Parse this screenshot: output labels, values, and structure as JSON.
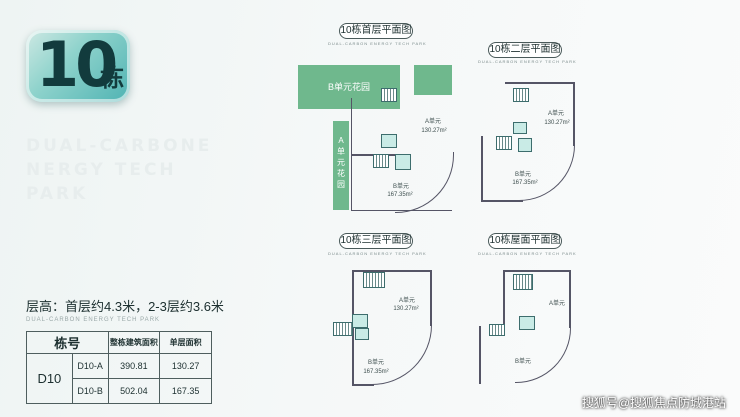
{
  "badge": {
    "number": "10",
    "char": "栋"
  },
  "english_lines": [
    "DUAL-CARBONE",
    "NERGY TECH",
    "PARK"
  ],
  "floor_height": {
    "text": "层高：首层约4.3米，2-3层约3.6米",
    "subtitle": "DUAL-CARBON ENERGY TECH PARK"
  },
  "table": {
    "headers": [
      "栋号",
      "整栋建筑面积",
      "单层面积"
    ],
    "building": "D10",
    "rows": [
      {
        "unit": "D10-A",
        "total": "390.81",
        "single": "130.27"
      },
      {
        "unit": "D10-B",
        "total": "502.04",
        "single": "167.35"
      }
    ]
  },
  "plans": {
    "subtitle": "DUAL-CARBON ENERGY TECH PARK",
    "p1": {
      "title": "10栋首层平面图",
      "garden_b": "B单元花园",
      "garden_a": [
        "A",
        "单",
        "元",
        "花",
        "园"
      ],
      "a_label": "A单元",
      "a_area": "130.27m²",
      "b_label": "B单元",
      "b_area": "167.35m²"
    },
    "p2": {
      "title": "10栋二层平面图",
      "a_label": "A单元",
      "a_area": "130.27m²",
      "b_label": "B单元",
      "b_area": "167.35m²"
    },
    "p3": {
      "title": "10栋三层平面图",
      "a_label": "A单元",
      "a_area": "130.27m²",
      "b_label": "B单元",
      "b_area": "167.35m²"
    },
    "p4": {
      "title": "10栋屋面平面图",
      "a_label": "A单元",
      "b_label": "B单元"
    }
  },
  "footer": "搜狐号@搜狐焦点防城港站"
}
